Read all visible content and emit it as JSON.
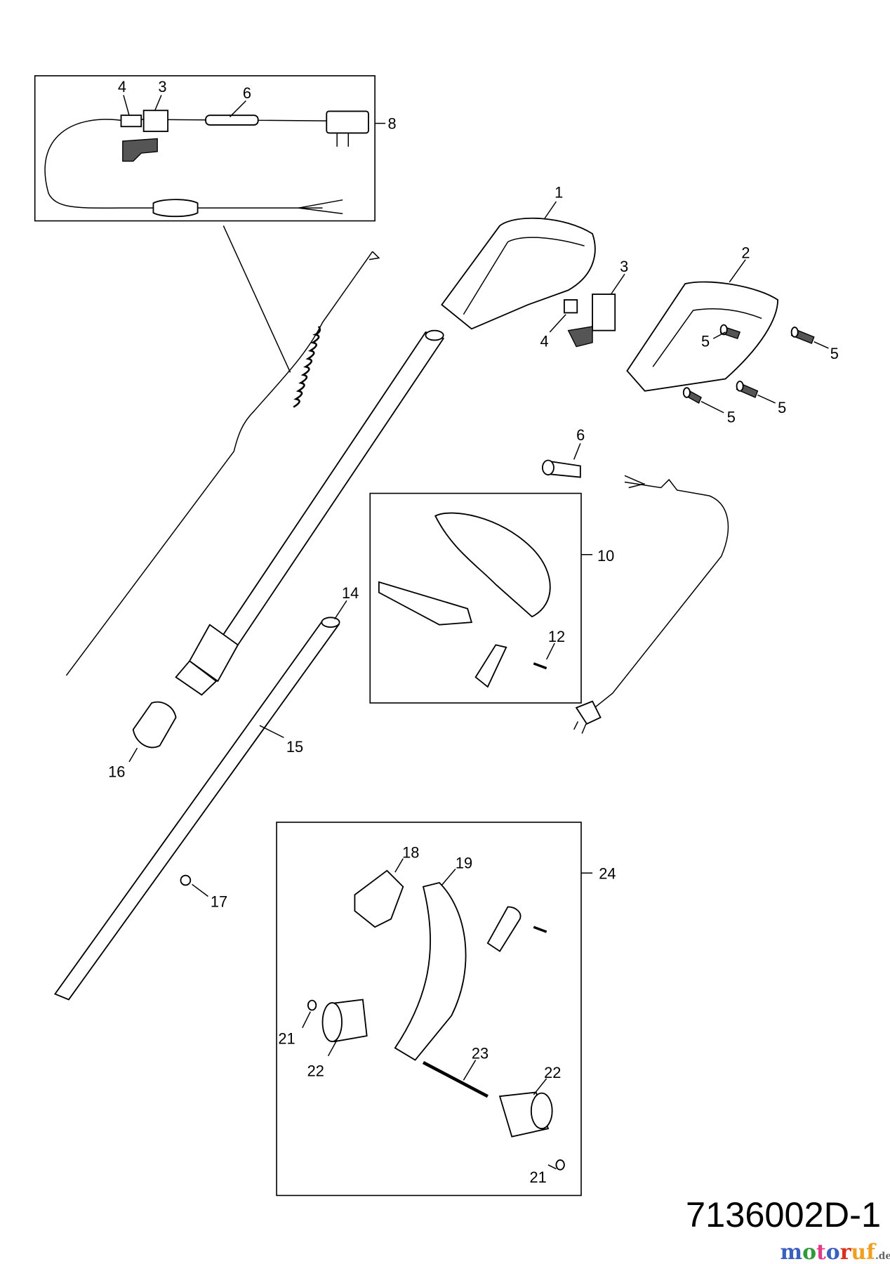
{
  "diagram": {
    "code": "7136002D-1",
    "watermark": {
      "text": "motoruf",
      "suffix": ".de",
      "colors": [
        "#3b5fc0",
        "#2e9a3a",
        "#e03c8a",
        "#3b5fc0",
        "#d9301f",
        "#f0a020",
        "#f0a020"
      ]
    },
    "inset_cable": {
      "labels": [
        "4",
        "3",
        "6",
        "8"
      ]
    },
    "handle_parts": {
      "labels": [
        "1",
        "2",
        "3",
        "4",
        "5",
        "5",
        "5",
        "5",
        "6"
      ]
    },
    "kit_10": {
      "labels": [
        "10",
        "12"
      ]
    },
    "shaft_parts": {
      "labels": [
        "14",
        "15",
        "16",
        "17"
      ]
    },
    "kit_24": {
      "labels": [
        "24",
        "18",
        "19",
        "21",
        "22",
        "23",
        "22",
        "21"
      ]
    }
  }
}
